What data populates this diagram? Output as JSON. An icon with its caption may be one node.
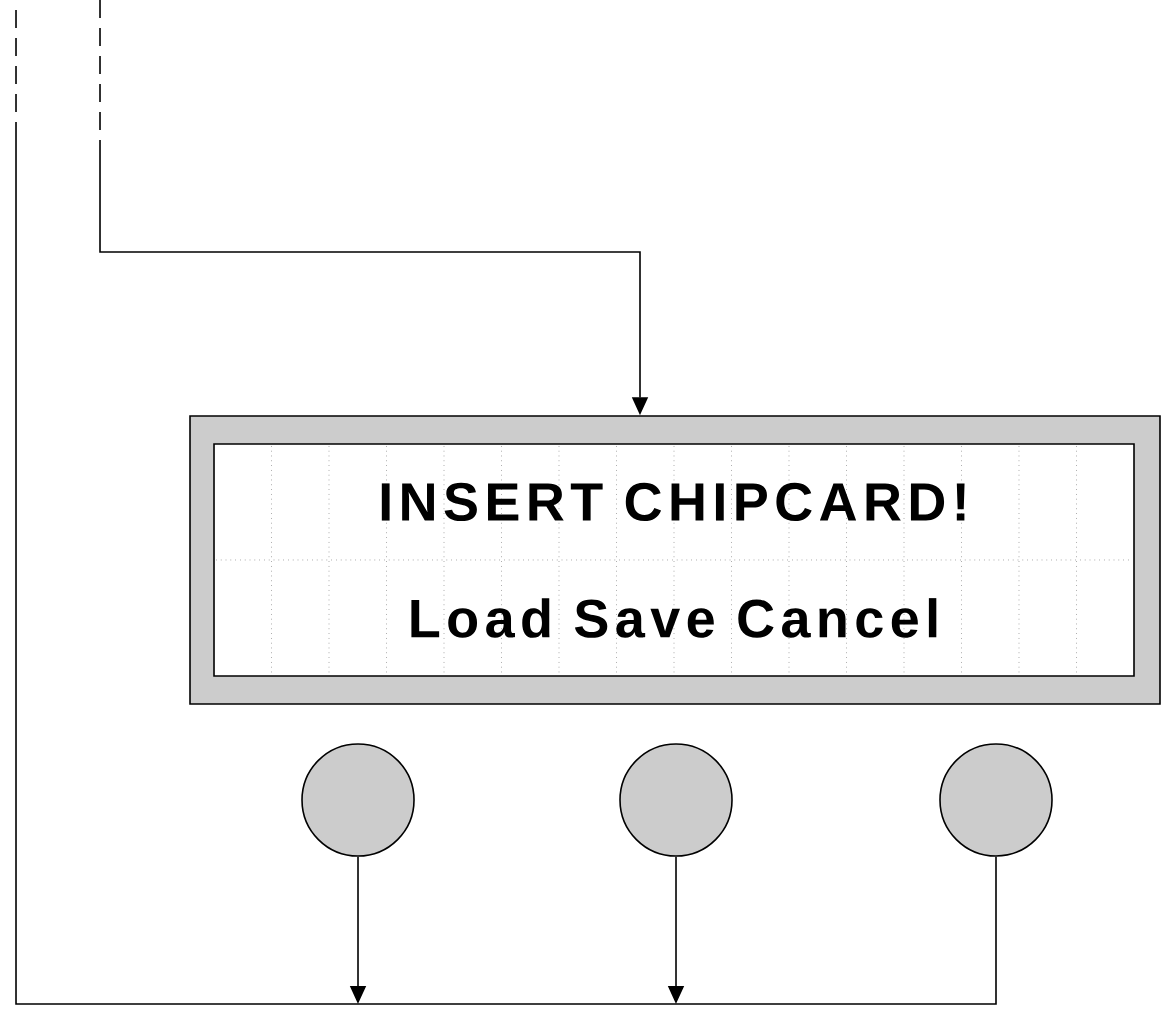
{
  "diagram": {
    "nodes": [
      {
        "text": [],
        "shape": "box"
      },
      {
        "text": [
          "INSERT CHIPCARD!",
          "Load Save Cancel"
        ],
        "in": 0
      },
      {
        "text": [],
        "shape": "circle"
      },
      {
        "text": [],
        "shape": "circle"
      },
      {
        "text": [],
        "shape": "circle"
      }
    ],
    "edges": [
      {
        "from": null,
        "to": 0,
        "arrow": "to"
      },
      {
        "from": 2,
        "to": null,
        "arrow": "to"
      },
      {
        "from": 3,
        "to": null,
        "arrow": "to"
      },
      {
        "from": 4,
        "to": null,
        "arrow": "none"
      }
    ]
  }
}
